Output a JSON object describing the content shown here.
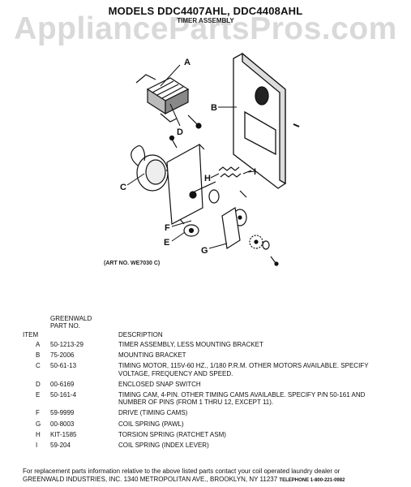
{
  "header": {
    "title": "MODELS DDC4407AHL, DDC4408AHL",
    "subtitle": "TIMER ASSEMBLY",
    "watermark": "AppliancePartsPros.com"
  },
  "diagram": {
    "art_number": "(ART NO. WE7030 C)",
    "callouts": [
      "A",
      "B",
      "C",
      "D",
      "E",
      "F",
      "G",
      "H",
      "I"
    ]
  },
  "parts_table": {
    "headers": {
      "item": "ITEM",
      "part_no": "GREENWALD\nPART NO.",
      "description": "DESCRIPTION"
    },
    "rows": [
      {
        "item": "A",
        "part_no": "50-1213-29",
        "description": "TIMER ASSEMBLY, LESS MOUNTING BRACKET"
      },
      {
        "item": "B",
        "part_no": "75-2006",
        "description": "MOUNTING BRACKET"
      },
      {
        "item": "C",
        "part_no": "50-61-13",
        "description": "TIMING MOTOR, 115V-60 HZ., 1/180 P.R.M. OTHER MOTORS AVAILABLE. SPECIFY VOLTAGE, FREQUENCY AND SPEED."
      },
      {
        "item": "D",
        "part_no": "00-6169",
        "description": "ENCLOSED SNAP SWITCH"
      },
      {
        "item": "E",
        "part_no": "50-161-4",
        "description": "TIMING CAM, 4-PIN. OTHER TIMING CAMS AVAILABLE. SPECIFY P/N 50-161 AND NUMBER OF PINS (FROM 1 THRU 12, EXCEPT 11)."
      },
      {
        "item": "F",
        "part_no": "59-9999",
        "description": "DRIVE (TIMING CAMS)"
      },
      {
        "item": "G",
        "part_no": "00-8003",
        "description": "COIL SPRING (PAWL)"
      },
      {
        "item": "H",
        "part_no": "KIT-1585",
        "description": "TORSION SPRING (RATCHET ASM)"
      },
      {
        "item": "I",
        "part_no": "59-204",
        "description": "COIL SPRING (INDEX LEVER)"
      }
    ]
  },
  "footer": {
    "line1": "For replacement parts information relative to the above listed parts contact your coil operated laundry dealer or",
    "line2": "GREENWALD INDUSTRIES, INC. 1340 METROPOLITAN AVE., BROOKLYN, NY 11237",
    "telephone": "TELEPHONE 1-800-221-0982"
  }
}
